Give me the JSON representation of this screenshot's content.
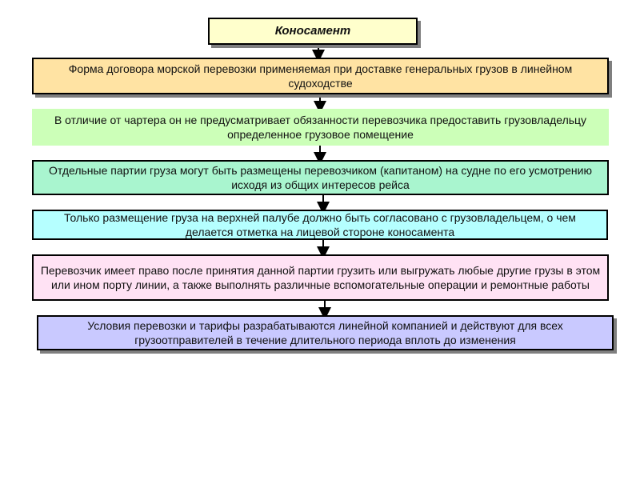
{
  "title": "Коносамент",
  "boxes": [
    "Форма  договора  морской  перевозки применяемая при доставке генеральных грузов в линейном   судоходстве",
    "В  отличие  от  чартера  он  не  предусматривает  обязанности   перевозчика предоставить грузовладельцу  определенное  грузовое  помещение",
    "Отдельные партии груза могут быть размещены перевозчиком (капитаном) на судне   по  его усмотрению исходя из общих   интересов  рейса",
    "Только  размещение  груза  на верхней палубе  должно быть согласовано с  грузовладельцем,  о  чем  делается отметка  на  лицевой  стороне  коносамента",
    "Перевозчик  имеет  право  после принятия данной партии грузить или  выгружать любые другие грузы в  этом  или  ином  порту линии,  а также выполнять  различные вспомогательные  операции и ремонтные  работы",
    "Условия  перевозки  и  тарифы  разрабатываются линейной компанией и действуют для всех грузоотправителей   в  течение  длительного периода  вплоть до изменения"
  ],
  "colors": {
    "title": "#ffffcc",
    "box1": "#ffe3a3",
    "box2": "#ccffb8",
    "box3": "#a9f5cf",
    "box4": "#b5ffff",
    "box5": "#ffe2f4",
    "box6": "#c9c9ff"
  }
}
